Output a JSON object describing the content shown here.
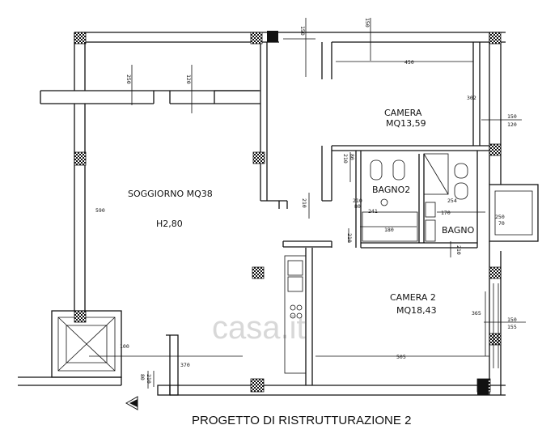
{
  "rooms": {
    "soggiorno": {
      "name": "SOGGIORNO MQ38",
      "height": "H2,80"
    },
    "camera": {
      "name": "CAMERA",
      "area": "MQ13,59"
    },
    "bagno2": {
      "name": "BAGNO2"
    },
    "bagno": {
      "name": "BAGNO"
    },
    "camera2": {
      "name": "CAMERA 2",
      "area": "MQ18,43"
    }
  },
  "dimensions": {
    "d_top_150": "150",
    "d_top_150b": "150",
    "d_450": "450",
    "d_302": "302",
    "d_150_120": "150\n120",
    "d_250_v": "250",
    "d_120_v": "120",
    "d_590": "590",
    "d_210_80": "210\n80",
    "d_241": "241",
    "d_170": "170",
    "d_254": "254",
    "d_180": "180",
    "d_250_70": "250\n70",
    "d_365": "365",
    "d_150_155": "150\n155",
    "d_505": "505",
    "d_370": "370",
    "d_100": "100",
    "d_80_210": "80",
    "d_210a": "210",
    "d_210b": "210",
    "d_80b": "80",
    "d_210c": "210",
    "d_80c": "80",
    "d_210d": "210"
  },
  "watermark": "casa.it",
  "caption": "PROGETTO DI RISTRUTTURAZIONE 2"
}
